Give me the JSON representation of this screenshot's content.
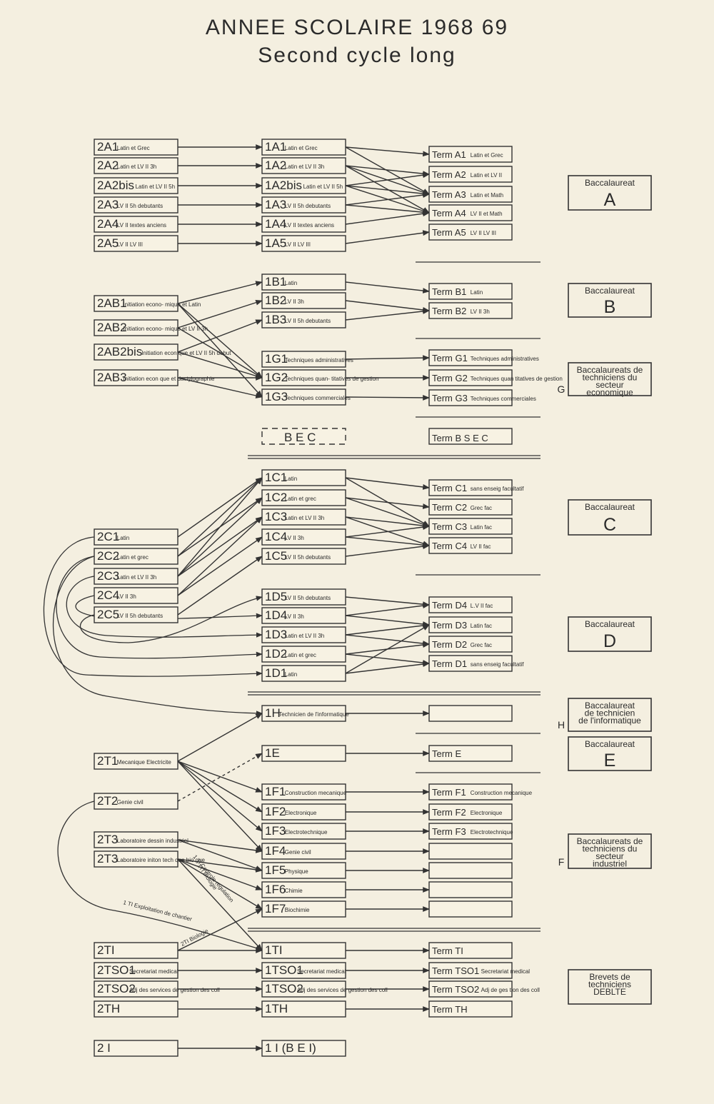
{
  "title": "ANNEE  SCOLAIRE  1968 69",
  "subtitle": "Second   cycle   long",
  "sections": {
    "A": {
      "seconde": [
        {
          "code": "2A1",
          "desc": "Latin  et  Grec"
        },
        {
          "code": "2A2",
          "desc": "Latin et  LV II  3h"
        },
        {
          "code": "2A2bis",
          "desc": "Latin et LV II 5h"
        },
        {
          "code": "2A3",
          "desc": "LV II  5h debutants"
        },
        {
          "code": "2A4",
          "desc": "LV II  textes  anciens"
        },
        {
          "code": "2A5",
          "desc": "LV II     LV III"
        }
      ],
      "premiere": [
        {
          "code": "1A1",
          "desc": "Latin  et  Grec"
        },
        {
          "code": "1A2",
          "desc": "Latin  et  LV II  3h"
        },
        {
          "code": "1A2bis",
          "desc": "Latin et LV II 5h"
        },
        {
          "code": "1A3",
          "desc": "LV II 5h debutants"
        },
        {
          "code": "1A4",
          "desc": "LV II textes  anciens"
        },
        {
          "code": "1A5",
          "desc": "LV II     LV III"
        }
      ],
      "terminale": [
        {
          "code": "Term A1",
          "desc": "Latin et Grec"
        },
        {
          "code": "Term A2",
          "desc": "Latin et LV II"
        },
        {
          "code": "Term A3",
          "desc": "Latin et Math"
        },
        {
          "code": "Term A4",
          "desc": "LV II et Math"
        },
        {
          "code": "Term A5",
          "desc": "LV II   LV III"
        }
      ]
    },
    "B": {
      "seconde": [
        {
          "code": "2AB1",
          "desc": "Initiation econo- mique et Latin"
        },
        {
          "code": "2AB2",
          "desc": "Initiation econo- mique et LV II 3h"
        },
        {
          "code": "2AB2bis",
          "desc": "Initiation econ que et LV II 5h debut"
        },
        {
          "code": "2AB3",
          "desc": "Initiation econ que et dactylographie"
        }
      ],
      "premiere": [
        {
          "code": "1B1",
          "desc": "Latin"
        },
        {
          "code": "1B2",
          "desc": "LV  II  3h"
        },
        {
          "code": "1B3",
          "desc": "LV II 5h debutants"
        },
        {
          "code": "1G1",
          "desc": "Techniques administratives"
        },
        {
          "code": "1G2",
          "desc": "Techniques quan- titatives de gestion"
        },
        {
          "code": "1G3",
          "desc": "Techniques commerciales"
        }
      ],
      "terminale": [
        {
          "code": "Term B1",
          "desc": "Latin"
        },
        {
          "code": "Term B2",
          "desc": "LV II  3h"
        },
        {
          "code": "Term G1",
          "desc": "Techniques administratives"
        },
        {
          "code": "Term G2",
          "desc": "Techniques quan titatives de gestion"
        },
        {
          "code": "Term G3",
          "desc": "Techniques commerciales"
        }
      ],
      "bec": "B E C",
      "term_bsec": "Term B S E C"
    },
    "C": {
      "seconde": [
        {
          "code": "2C1",
          "desc": "Latin"
        },
        {
          "code": "2C2",
          "desc": "Latin et grec"
        },
        {
          "code": "2C3",
          "desc": "Latin et  LV II 3h"
        },
        {
          "code": "2C4",
          "desc": "LV II  3h"
        },
        {
          "code": "2C5",
          "desc": "LV II  5h debutants"
        }
      ],
      "premiere": [
        {
          "code": "1C1",
          "desc": "Latin"
        },
        {
          "code": "1C2",
          "desc": "Latin et grec"
        },
        {
          "code": "1C3",
          "desc": "Latin et  LV II  3h"
        },
        {
          "code": "1C4",
          "desc": "LV  II  3h"
        },
        {
          "code": "1C5",
          "desc": "LV II  5h debutants"
        }
      ],
      "terminale": [
        {
          "code": "Term C1",
          "desc": "sans enseig facultatif"
        },
        {
          "code": "Term C2",
          "desc": "Grec   fac"
        },
        {
          "code": "Term C3",
          "desc": "Latin   fac"
        },
        {
          "code": "Term C4",
          "desc": "LV  II   fac"
        }
      ]
    },
    "D": {
      "premiere": [
        {
          "code": "1D5",
          "desc": "LV II  5h debutants"
        },
        {
          "code": "1D4",
          "desc": "LV II  3h"
        },
        {
          "code": "1D3",
          "desc": "Latin et  LV II 3h"
        },
        {
          "code": "1D2",
          "desc": "Latin et grec"
        },
        {
          "code": "1D1",
          "desc": "Latin"
        }
      ],
      "terminale": [
        {
          "code": "Term D4",
          "desc": "L.V II   fac"
        },
        {
          "code": "Term D3",
          "desc": "Latin   fac"
        },
        {
          "code": "Term D2",
          "desc": "Grec   fac"
        },
        {
          "code": "Term D1",
          "desc": "sans enseig facultatif"
        }
      ]
    },
    "H": {
      "premiere": {
        "code": "1H",
        "desc": "Technicien  de l'informatique"
      }
    },
    "E": {
      "premiere": {
        "code": "1E",
        "desc": ""
      },
      "terminale": {
        "code": "Term E",
        "desc": ""
      }
    },
    "T": {
      "seconde": [
        {
          "code": "2T1",
          "desc": "Mecanique Electricite"
        },
        {
          "code": "2T2",
          "desc": "Genie  civil"
        },
        {
          "code": "2T3",
          "desc": "Laboratoire dessin industriel"
        },
        {
          "code": "2T3",
          "desc": "Laboratoire initon tech que bio gue"
        }
      ],
      "premiere": [
        {
          "code": "1F1",
          "desc": "Construction mecanique"
        },
        {
          "code": "1F2",
          "desc": "Electronique"
        },
        {
          "code": "1F3",
          "desc": "Electrotechnique"
        },
        {
          "code": "1F4",
          "desc": "Genie  civil"
        },
        {
          "code": "1F5",
          "desc": "Physique"
        },
        {
          "code": "1F6",
          "desc": "Chimie"
        },
        {
          "code": "1F7",
          "desc": "Biochimie"
        }
      ],
      "terminale": [
        {
          "code": "Term F1",
          "desc": "Construction mecanique"
        },
        {
          "code": "Term F2",
          "desc": "Electronique"
        },
        {
          "code": "Term F3",
          "desc": "Electrotechnique"
        }
      ],
      "notes": [
        "1 TI  Exploitation  de  chantier",
        "1 TI  Controle  regulation",
        "1TI Biologie",
        "2TI Biologie"
      ]
    },
    "brevets": {
      "seconde": [
        {
          "code": "2TI",
          "desc": ""
        },
        {
          "code": "2TSO1",
          "desc": "Secretariat medical"
        },
        {
          "code": "2TSO2",
          "desc": "Adj des services de gestion des coll"
        },
        {
          "code": "2TH",
          "desc": ""
        }
      ],
      "premiere": [
        {
          "code": "1TI",
          "desc": ""
        },
        {
          "code": "1TSO1",
          "desc": "Secretariat medical"
        },
        {
          "code": "1TSO2",
          "desc": "Adj des services de gestion des coll"
        },
        {
          "code": "1TH",
          "desc": ""
        }
      ],
      "terminale": [
        {
          "code": "Term TI",
          "desc": ""
        },
        {
          "code": "Term TSO1",
          "desc": "Secretariat medical"
        },
        {
          "code": "Term TSO2",
          "desc": "Adj de ges tion des coll"
        },
        {
          "code": "Term TH",
          "desc": ""
        }
      ]
    },
    "I": {
      "seconde": {
        "code": "2 I",
        "desc": ""
      },
      "premiere": {
        "code": "1 I  (B E I)",
        "desc": ""
      }
    }
  },
  "baccalaureats": [
    {
      "id": "A",
      "lines": [
        "Baccalaureat"
      ],
      "big": "A",
      "side": ""
    },
    {
      "id": "B",
      "lines": [
        "Baccalaureat"
      ],
      "big": "B",
      "side": ""
    },
    {
      "id": "G",
      "lines": [
        "Baccalaureats de",
        "techniciens du",
        "secteur",
        "economique"
      ],
      "big": "",
      "side": "G"
    },
    {
      "id": "C",
      "lines": [
        "Baccalaureat"
      ],
      "big": "C",
      "side": ""
    },
    {
      "id": "D",
      "lines": [
        "Baccalaureat"
      ],
      "big": "D",
      "side": ""
    },
    {
      "id": "H",
      "lines": [
        "Baccalaureat",
        "de technicien",
        "de l'informatique"
      ],
      "big": "",
      "side": "H"
    },
    {
      "id": "E",
      "lines": [
        "Baccalaureat"
      ],
      "big": "E",
      "side": ""
    },
    {
      "id": "F",
      "lines": [
        "Baccalaureats de",
        "techniciens du",
        "secteur",
        "industriel"
      ],
      "big": "",
      "side": "F"
    },
    {
      "id": "DEBLTE",
      "lines": [
        "Brevets  de",
        "techniciens",
        "DEBLTE"
      ],
      "big": "",
      "side": ""
    }
  ]
}
